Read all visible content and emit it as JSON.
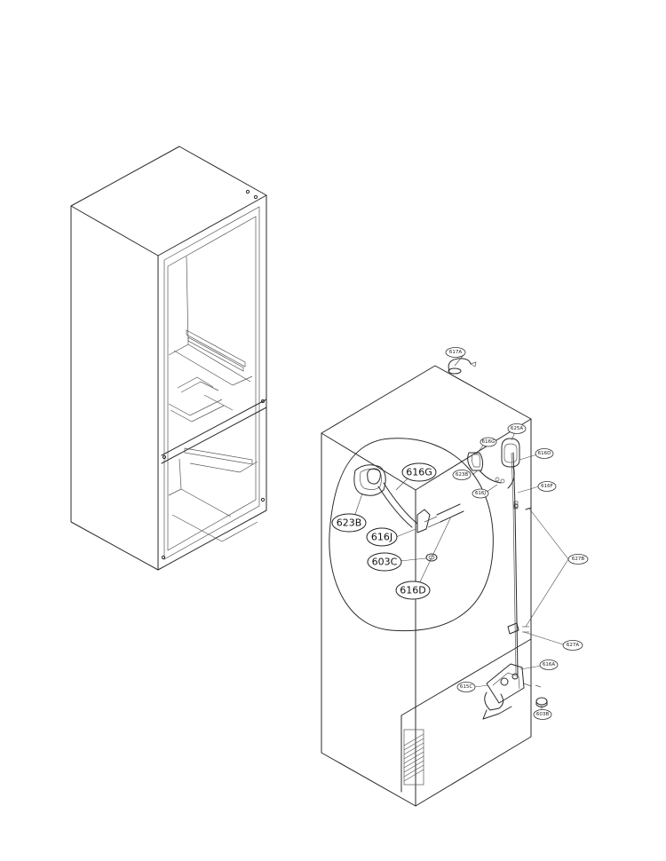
{
  "diagram": {
    "labels_small": [
      {
        "id": "617A",
        "text": "617A"
      },
      {
        "id": "625A",
        "text": "625A"
      },
      {
        "id": "616G",
        "text": "616G"
      },
      {
        "id": "616D",
        "text": "616D"
      },
      {
        "id": "623B",
        "text": "623B"
      },
      {
        "id": "616J",
        "text": "616J"
      },
      {
        "id": "616F",
        "text": "616F"
      },
      {
        "id": "627B",
        "text": "627B"
      },
      {
        "id": "627A",
        "text": "627A"
      },
      {
        "id": "616A",
        "text": "616A"
      },
      {
        "id": "615C",
        "text": "615C"
      },
      {
        "id": "603B",
        "text": "603B"
      }
    ],
    "labels_detail": [
      {
        "id": "616G",
        "text": "616G"
      },
      {
        "id": "623B",
        "text": "623B"
      },
      {
        "id": "616J",
        "text": "616J"
      },
      {
        "id": "603C",
        "text": "603C"
      },
      {
        "id": "616D",
        "text": "616D"
      }
    ]
  }
}
